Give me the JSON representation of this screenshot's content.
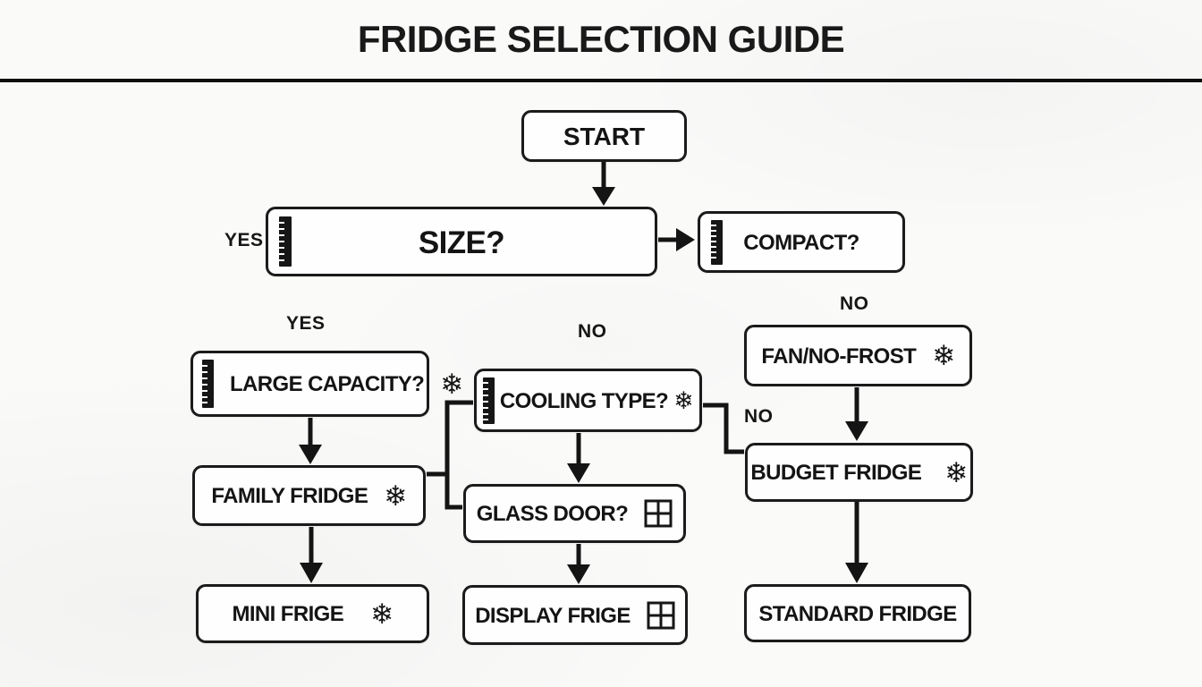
{
  "title": "FRIDGE SELECTION GUIDE",
  "nodes": {
    "start": {
      "label": "START"
    },
    "size": {
      "label": "SIZE?",
      "icon_left": "ruler"
    },
    "compact": {
      "label": "COMPACT?",
      "icon_left": "ruler"
    },
    "large_capacity": {
      "label": "LARGE CAPACITY?",
      "icon_left": "ruler",
      "icon_right": "snowflake"
    },
    "cooling_type": {
      "label": "COOLING TYPE?",
      "icon_left": "ruler",
      "icon_right": "snowflake"
    },
    "fan_no_frost": {
      "label": "FAN/NO-FROST",
      "icon_right": "snowflake"
    },
    "family_fridge": {
      "label": "FAMILY FRIDGE",
      "icon_right": "snowflake"
    },
    "glass_door": {
      "label": "GLASS DOOR?",
      "icon_right": "window-grid"
    },
    "budget_fridge": {
      "label": "BUDGET FRIDGE",
      "icon_right": "snowflake"
    },
    "mini_frige": {
      "label": "MINI FRIGE",
      "icon_right": "snowflake"
    },
    "display_frige": {
      "label": "DISPLAY FRIGE",
      "icon_right": "window-grid"
    },
    "standard_fridge": {
      "label": "STANDARD FRIDGE"
    }
  },
  "edge_labels": {
    "size_yes": "YES",
    "large_capacity_yes": "YES",
    "cooling_type_no": "NO",
    "fan_no_frost_no": "NO",
    "budget_fridge_no": "NO"
  },
  "icons": {
    "snowflake_glyph": "❄"
  },
  "colors": {
    "line": "#141414",
    "box_border": "#1b1b1b",
    "text": "#141414",
    "background": "#fafaf9"
  }
}
